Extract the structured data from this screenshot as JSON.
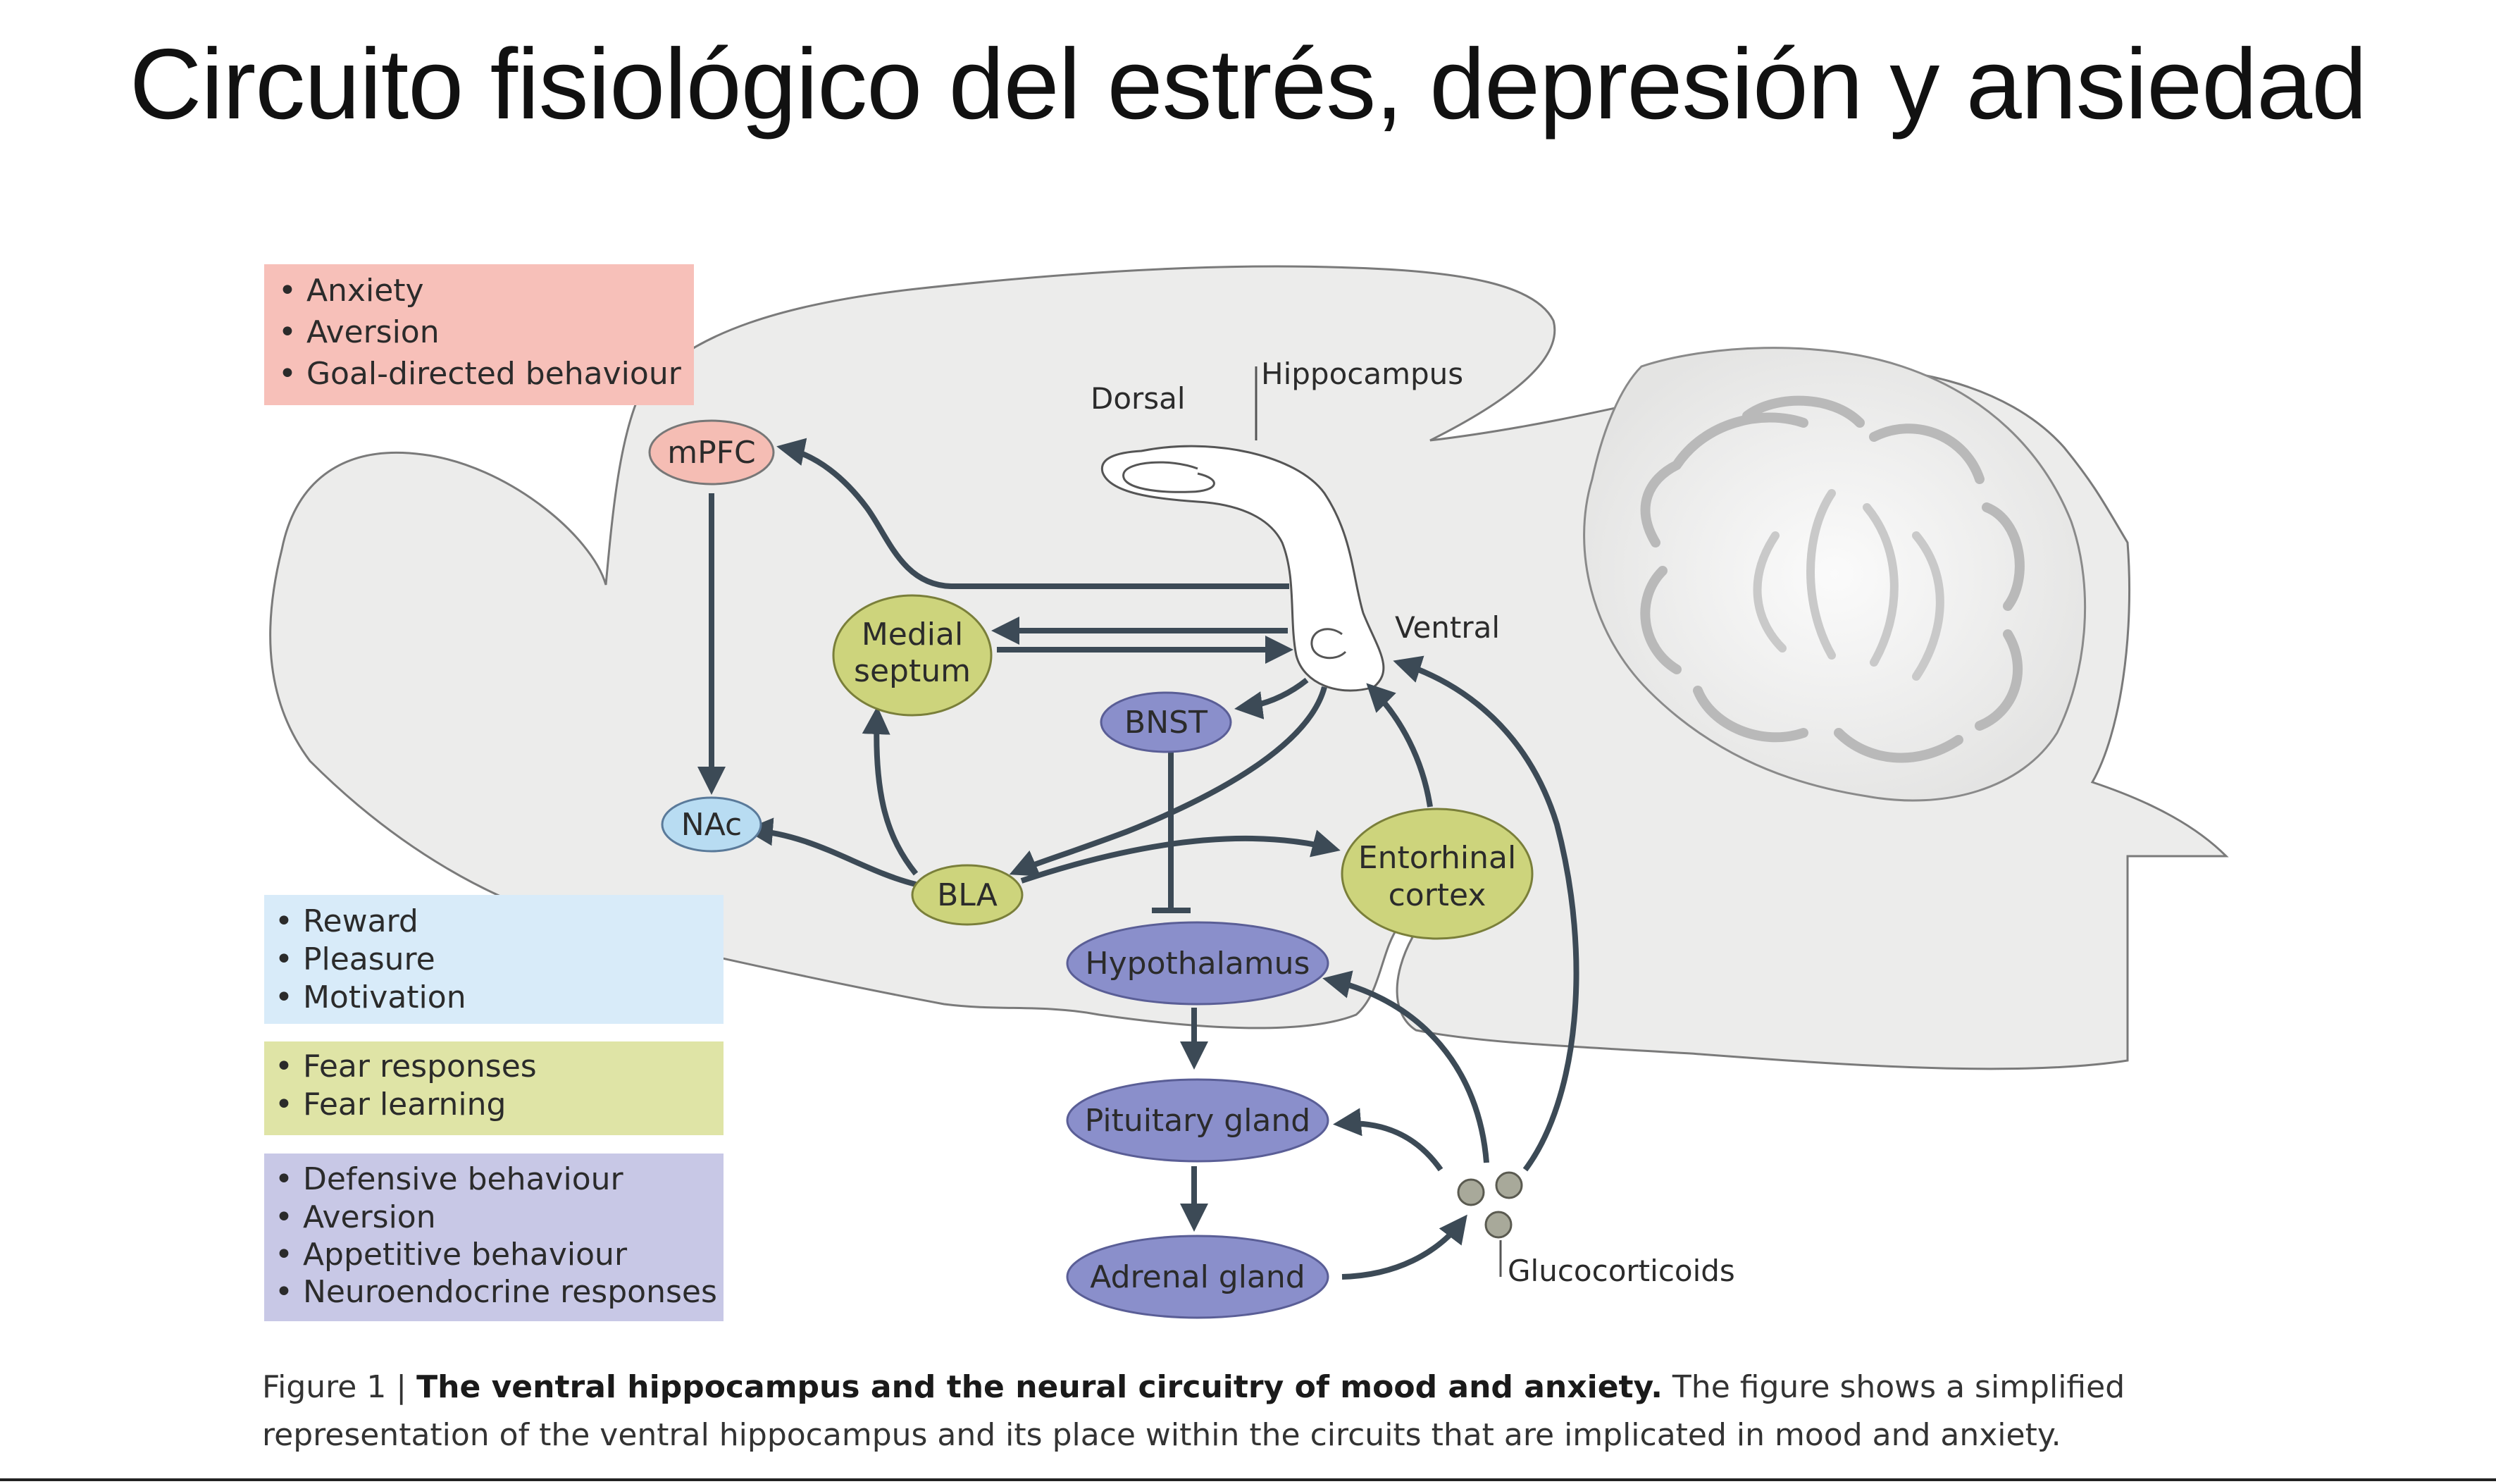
{
  "title": "Circuito fisiológico del estrés, depresión y ansiedad",
  "colors": {
    "pink": "#f7c0b9",
    "pink_node": "#f5bdb4",
    "blue_light": "#d8ebf9",
    "blue_node": "#b8dcf2",
    "green": "#dfe4a6",
    "green_node": "#cdd47c",
    "lavender": "#c8c8e6",
    "purple_node": "#8a8fcb",
    "brain": "#ececeb",
    "arrow": "#3c4a56"
  },
  "legend": {
    "pink": [
      "• Anxiety",
      "• Aversion",
      "• Goal-directed behaviour"
    ],
    "blue": [
      "• Reward",
      "• Pleasure",
      "• Motivation"
    ],
    "green": [
      "• Fear responses",
      "• Fear learning"
    ],
    "purple": [
      "• Defensive behaviour",
      "• Aversion",
      "• Appetitive behaviour",
      "• Neuroendocrine responses"
    ]
  },
  "nodes": {
    "mpfc": "mPFC",
    "nac": "NAc",
    "medial_septum_1": "Medial",
    "medial_septum_2": "septum",
    "bnst": "BNST",
    "bla": "BLA",
    "entorhinal_1": "Entorhinal",
    "entorhinal_2": "cortex",
    "hypothalamus": "Hypothalamus",
    "pituitary": "Pituitary gland",
    "adrenal": "Adrenal gland"
  },
  "labels": {
    "dorsal": "Dorsal",
    "hippocampus": "Hippocampus",
    "ventral": "Ventral",
    "glucocorticoids": "Glucocorticoids"
  },
  "caption": {
    "prefix": "Figure 1 | ",
    "bold": "The ventral hippocampus and the neural circuitry of mood and anxiety.",
    "rest": " The figure shows a simplified representation of the ventral hippocampus and its place within the circuits that are implicated in mood and anxiety."
  }
}
